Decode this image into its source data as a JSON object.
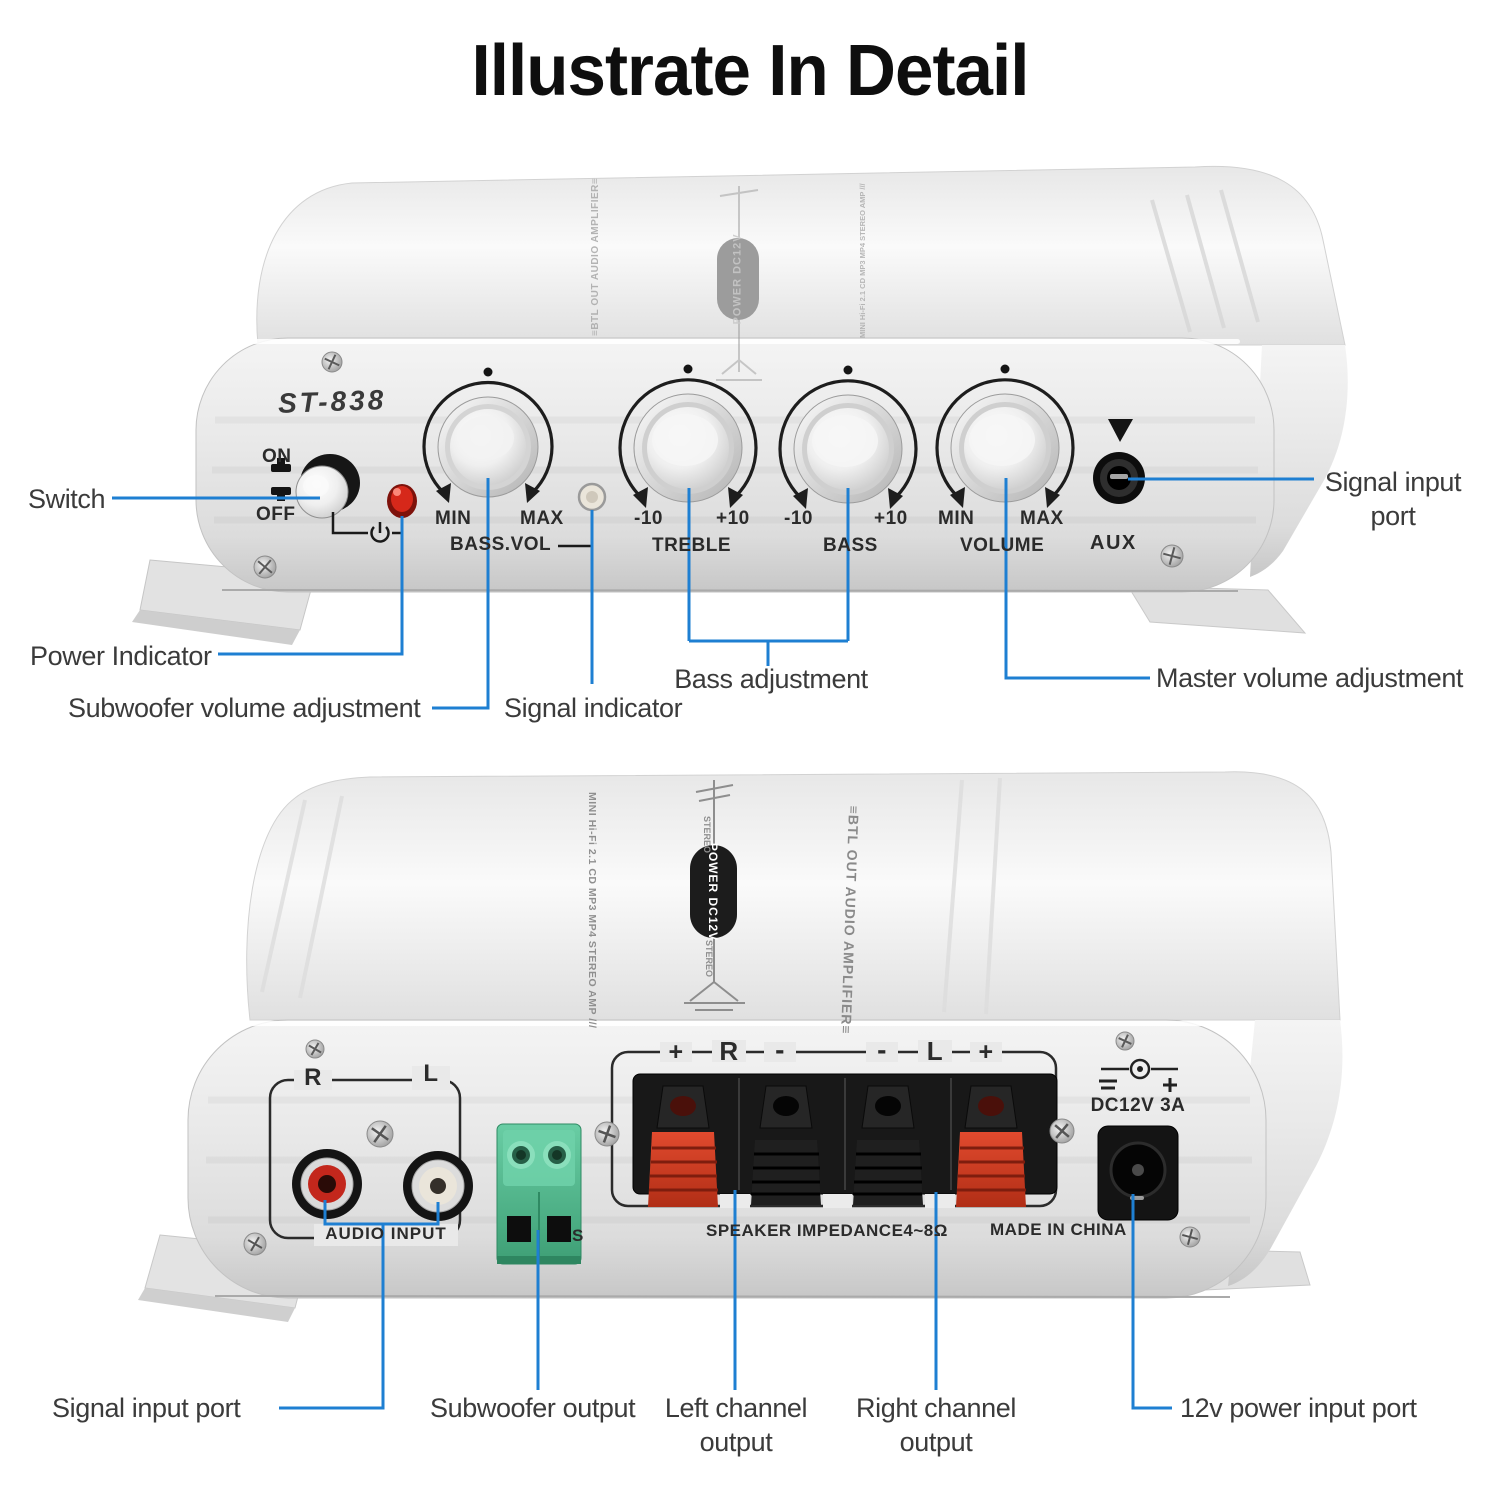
{
  "title": "Illustrate In Detail",
  "colors": {
    "callout_blue": "#1e7fd2",
    "panel_text": "#2b2b2b",
    "label_text": "#3b3b3b"
  },
  "front_view": {
    "model": "ST-838",
    "power_switch": {
      "on": "ON",
      "off": "OFF"
    },
    "bass_vol_knob": {
      "min": "MIN",
      "max": "MAX",
      "label": "BASS.VOL"
    },
    "treble_knob": {
      "min": "-10",
      "max": "+10",
      "label": "TREBLE"
    },
    "bass_knob": {
      "min": "-10",
      "max": "+10",
      "label": "BASS"
    },
    "volume_knob": {
      "min": "MIN",
      "max": "MAX",
      "label": "VOLUME"
    },
    "aux": {
      "label": "AUX"
    },
    "top_print": {
      "amplifier": "≡BTL OUT AUDIO AMPLIFIER≡",
      "power": "POWER DC12V",
      "model_line": "MINI Hi-Fi 2.1 CD MP3 MP4 STEREO AMP ///"
    },
    "callouts": {
      "switch": "Switch",
      "power_indicator": "Power Indicator",
      "subwoofer_volume": "Subwoofer volume adjustment",
      "signal_indicator": "Signal indicator",
      "bass_adjustment": "Bass adjustment",
      "master_volume": "Master volume adjustment",
      "signal_input_line1": "Signal input",
      "signal_input_line2": "port"
    }
  },
  "rear_view": {
    "rca": {
      "right": "R",
      "left": "L",
      "label": "AUDIO INPUT"
    },
    "partial_label": "S",
    "speaker_terminals": {
      "labels": [
        "+",
        "R",
        "-",
        "-",
        "L",
        "+"
      ],
      "impedance": "SPEAKER IMPEDANCE4~8Ω",
      "origin": "MADE IN CHINA"
    },
    "power": {
      "rating": "DC12V 3A"
    },
    "top_print": {
      "amplifier": "≡BTL OUT AUDIO AMPLIFIER≡",
      "power": "POWER DC12V",
      "stereo": "STEREO",
      "model_line": "MINI Hi-Fi 2.1 CD MP3 MP4 STEREO AMP ///"
    },
    "callouts": {
      "signal_input": "Signal input port",
      "subwoofer_output": "Subwoofer output",
      "left_channel_line1": "Left channel",
      "left_channel_line2": "output",
      "right_channel_line1": "Right channel",
      "right_channel_line2": "output",
      "power_input": "12v power input port"
    }
  }
}
